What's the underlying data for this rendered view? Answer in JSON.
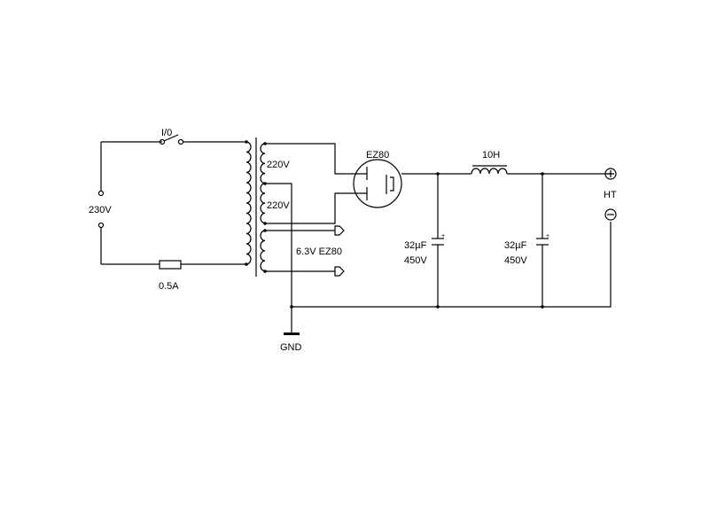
{
  "mains_voltage": "230V",
  "switch_label": "I/0",
  "fuse_rating": "0.5A",
  "secondary_upper": "220V",
  "secondary_lower": "220V",
  "heater_label": "6.3V EZ80",
  "rectifier_tube": "EZ80",
  "choke_label": "10H",
  "cap1_value": "32µF",
  "cap1_voltage": "450V",
  "cap2_value": "32µF",
  "cap2_voltage": "450V",
  "output_label": "HT",
  "ground_label": "GND"
}
